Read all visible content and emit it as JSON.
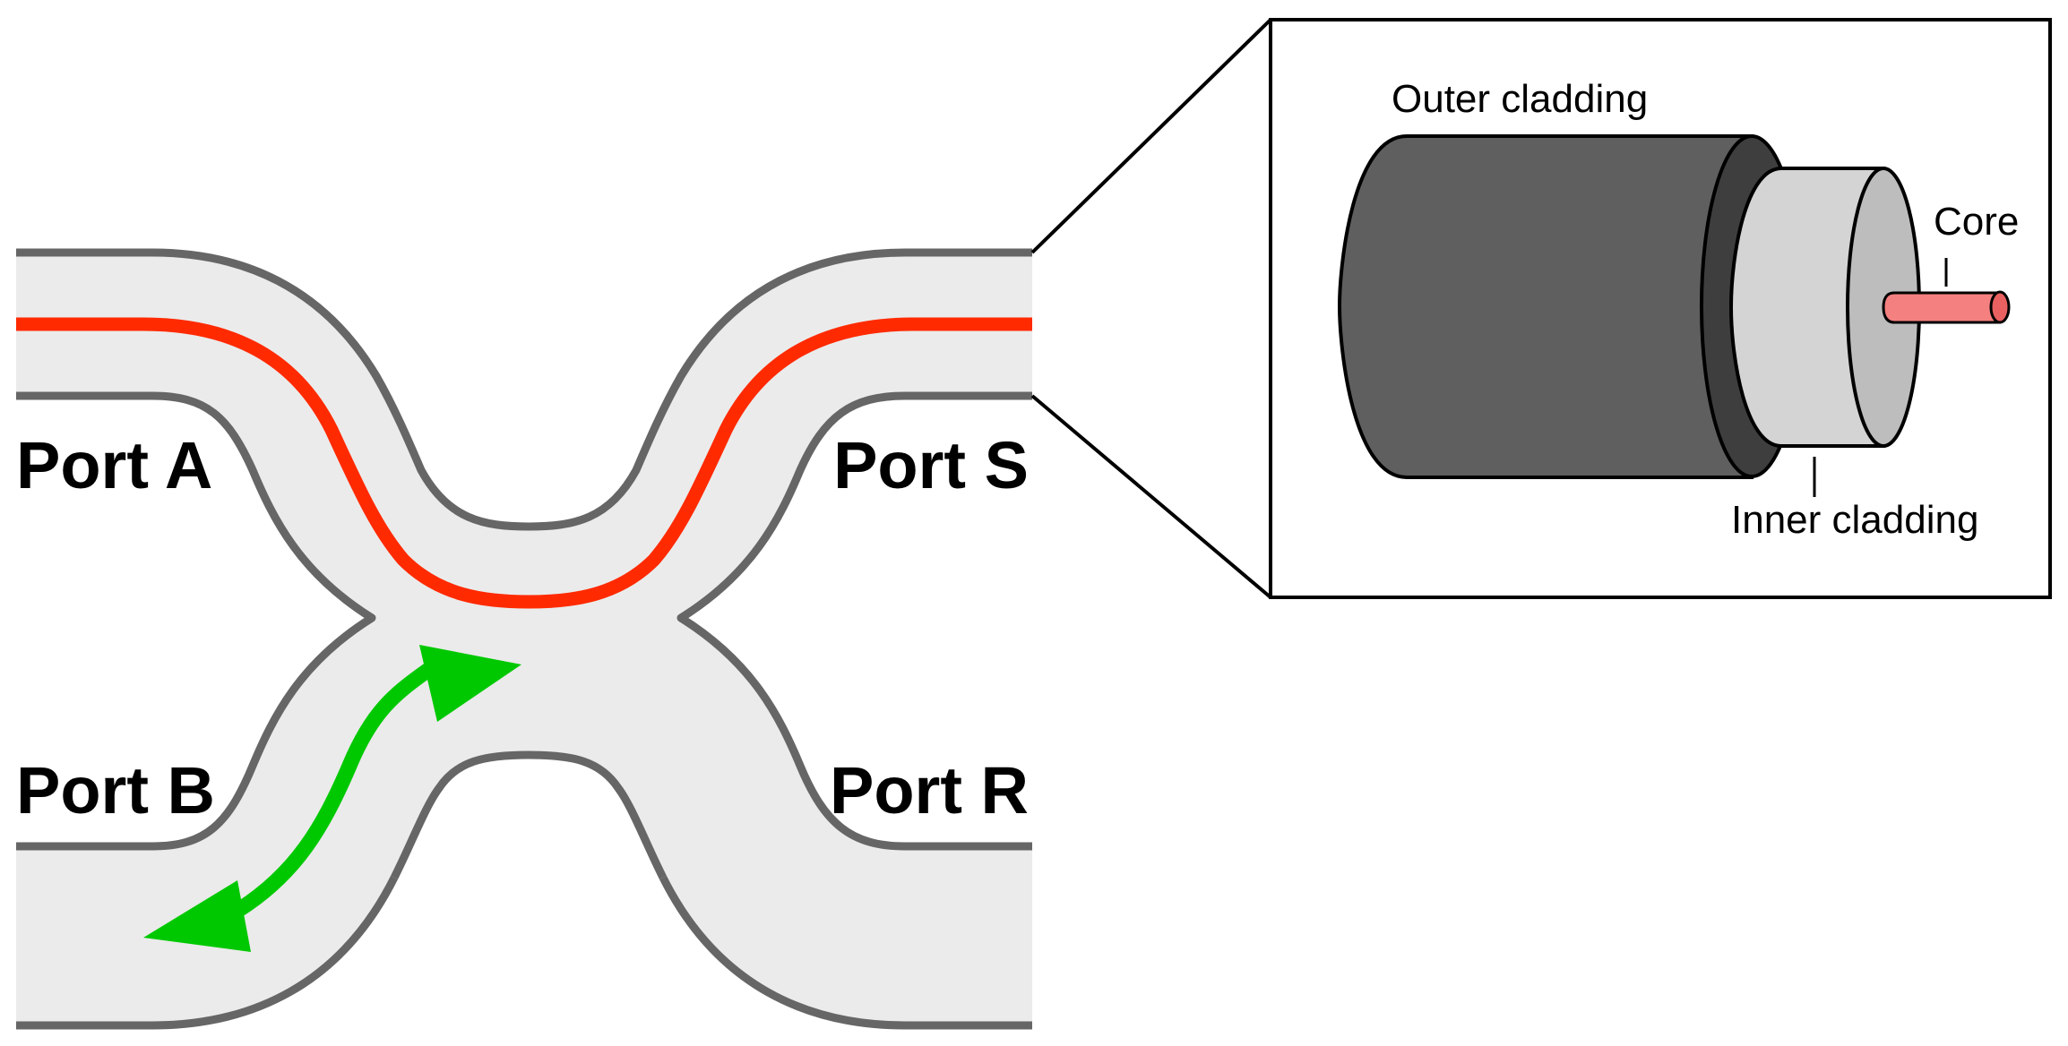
{
  "ports": {
    "a": "Port A",
    "b": "Port B",
    "s": "Port S",
    "r": "Port R"
  },
  "inset": {
    "outer_cladding": "Outer cladding",
    "inner_cladding": "Inner cladding",
    "core": "Core"
  },
  "colors": {
    "waveguide_fill": "#EBEBEB",
    "waveguide_border": "#666666",
    "red_signal": "#FF2A00",
    "green_signal": "#00C800",
    "outer_cladding": "#5F5F5F",
    "inner_cladding": "#D4D4D4",
    "core": "#F48080"
  }
}
